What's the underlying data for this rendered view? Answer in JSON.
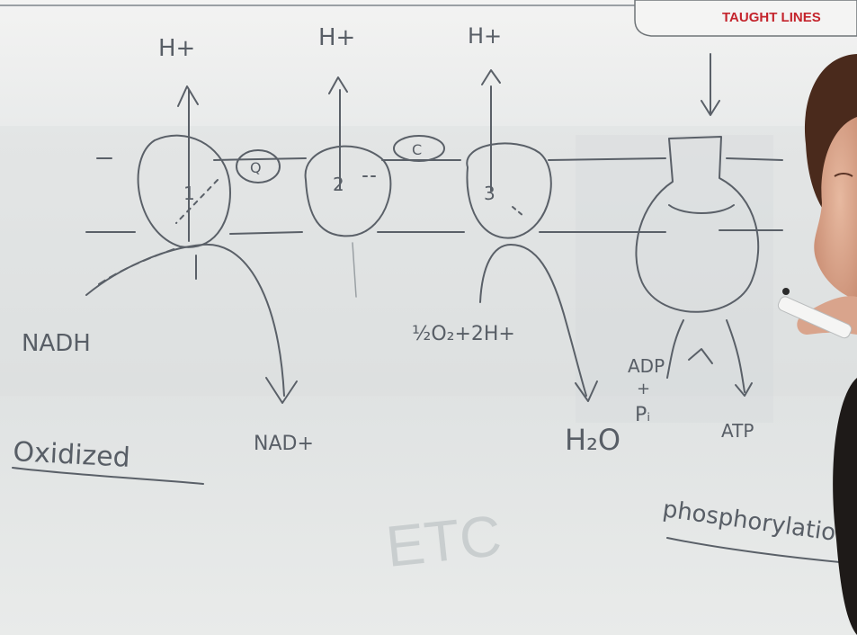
{
  "corner_tab": {
    "label": "TAUGHT LINES"
  },
  "labels": {
    "h_plus": "H+",
    "complex1": "1",
    "complex2": "2",
    "complex3": "3",
    "carrier_q": "Q",
    "carrier_c": "C",
    "nadh": "NADH",
    "nad_plus": "NAD+",
    "half_o2": "½O₂+2H+",
    "water": "H₂O",
    "adp": "ADP",
    "adp_plus": "+",
    "pi": "Pᵢ",
    "atp": "ATP",
    "oxidized": "Oxidized",
    "phosphorylation": "phosphorylation",
    "etc_ghost": "ETC"
  },
  "colors": {
    "ink": "#585e66",
    "tab_text": "#c4242c",
    "hair": "#4a2a1c",
    "skin": "#d9a48c"
  }
}
